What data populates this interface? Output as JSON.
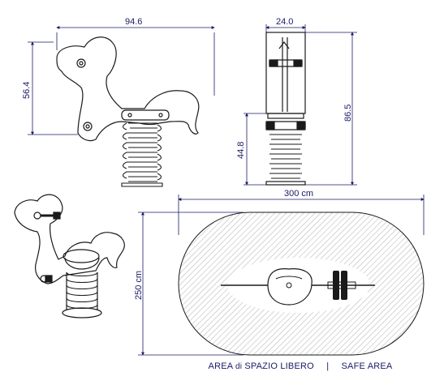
{
  "dimensions": {
    "front_width": "94.6",
    "front_height": "56.4",
    "side_width": "24.0",
    "side_total_height": "86.5",
    "side_seat_height": "44.8",
    "plan_width": "300 cm",
    "plan_height": "250 cm"
  },
  "caption": {
    "area_prefix": "AREA ",
    "area_small": "di",
    "area_suffix": " SPAZIO LIBERO",
    "separator": "|",
    "safe_area": "SAFE AREA"
  },
  "colors": {
    "line": "#1a1a1a",
    "dimension": "#1a1a66",
    "hatch": "#9a9a9a"
  }
}
